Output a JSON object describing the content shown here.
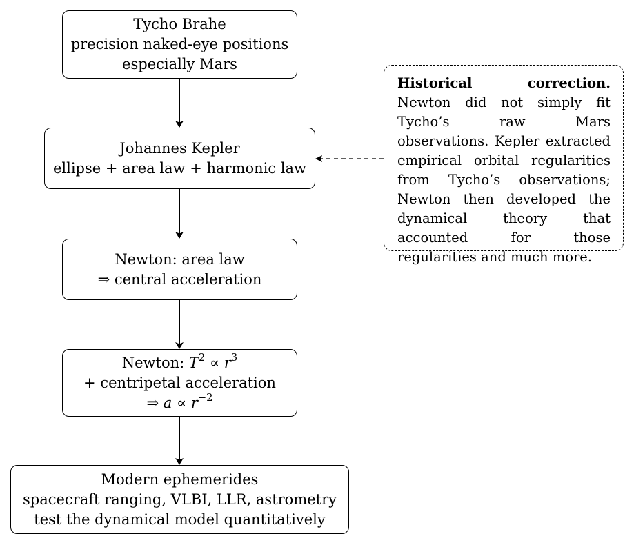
{
  "nodes": {
    "tycho": {
      "line1": "Tycho Brahe",
      "line2": "precision naked-eye positions",
      "line3": "especially Mars"
    },
    "kepler": {
      "line1": "Johannes Kepler",
      "line2": "ellipse + area law + harmonic law"
    },
    "area_law": {
      "line1": "Newton: area law",
      "line2": "⇒ central acceleration"
    },
    "period_law": {
      "line1_prefix": "Newton: ",
      "T": "T",
      "T_exp": "2",
      "prop": " ∝ ",
      "r": "r",
      "r_exp": "3",
      "line2": "+ centripetal acceleration",
      "line3_prefix": "⇒ ",
      "a": "a",
      "prop2": " ∝ ",
      "r2": "r",
      "r2_exp": "−2"
    },
    "modern": {
      "line1": "Modern ephemerides",
      "line2": "spacecraft ranging, VLBI, LLR, astrometry",
      "line3": "test the dynamical model quantitatively"
    }
  },
  "note": {
    "title": "Historical correction.",
    "body": "Newton did not simply fit Tycho’s raw Mars observations. Kepler extracted empirical orbital regularities from Tycho’s observations; Newton then developed the dynamical theory that accounted for those regularities and much more."
  }
}
